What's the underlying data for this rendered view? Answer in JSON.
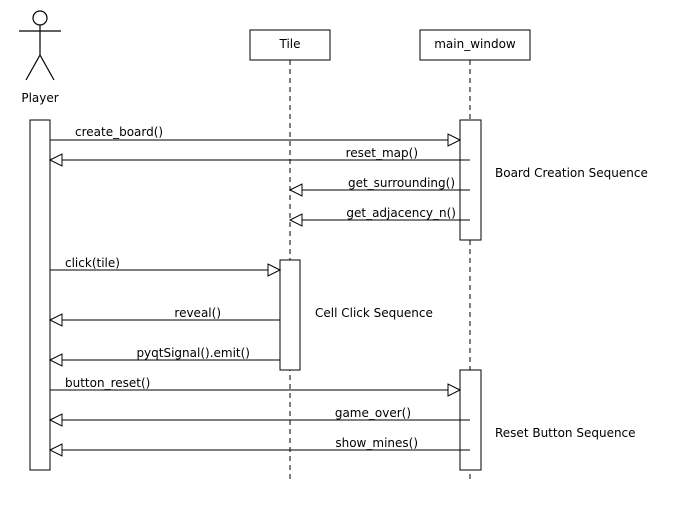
{
  "participants": {
    "player": "Player",
    "tile": "Tile",
    "main_window": "main_window"
  },
  "messages": [
    "create_board()",
    "reset_map()",
    "get_surrounding()",
    "get_adjacency_n()",
    "click(tile)",
    "reveal()",
    "pyqtSignal().emit()",
    "button_reset()",
    "game_over()",
    "show_mines()"
  ],
  "sequences": [
    "Board Creation Sequence",
    "Cell Click Sequence",
    "Reset Button Sequence"
  ],
  "colors": {
    "line": "#000000",
    "background": "#ffffff"
  }
}
